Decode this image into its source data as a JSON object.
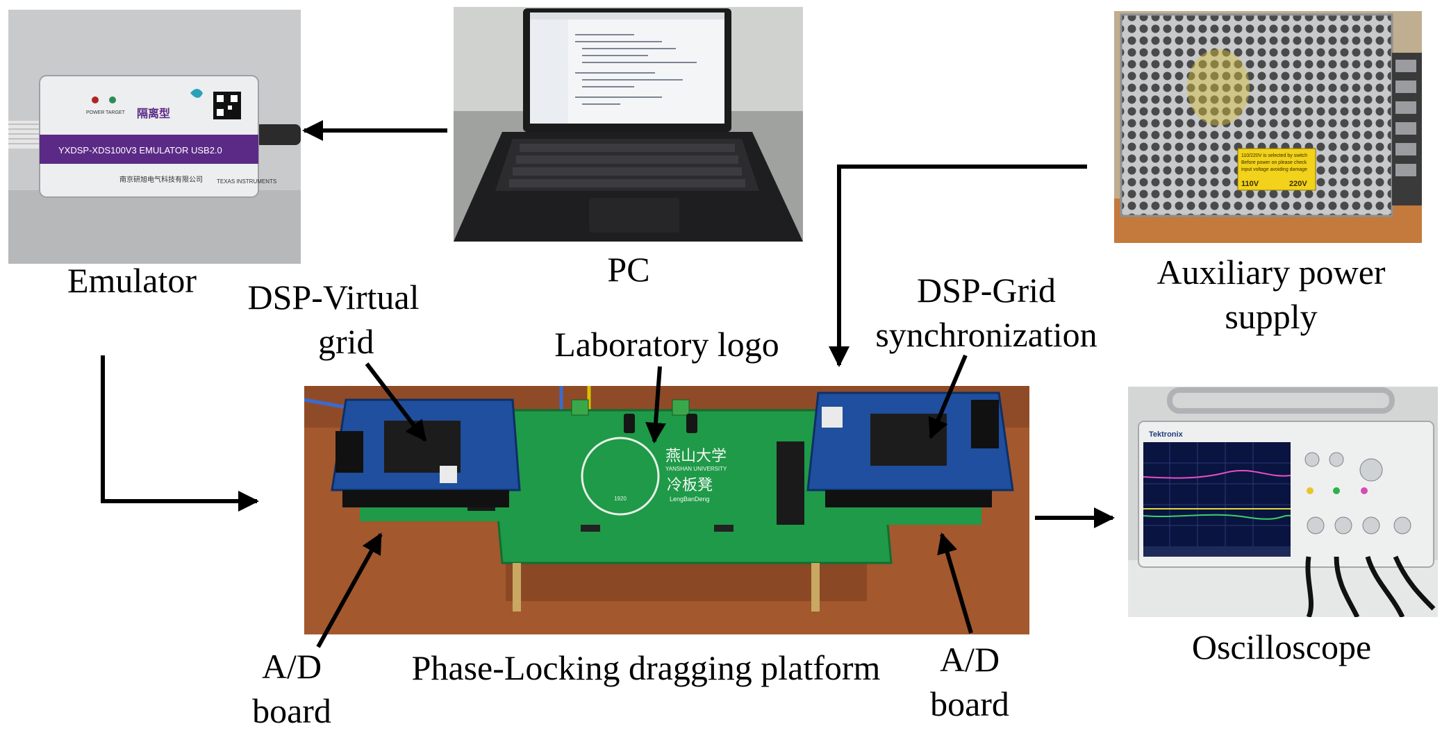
{
  "labels": {
    "emulator": "Emulator",
    "pc": "PC",
    "auxiliary_power_line1": "Auxiliary power",
    "auxiliary_power_line2": "supply",
    "dsp_virtual_line1": "DSP-Virtual",
    "dsp_virtual_line2": "grid",
    "laboratory_logo": "Laboratory logo",
    "dsp_grid_line1": "DSP-Grid",
    "dsp_grid_line2": "synchronization",
    "oscilloscope": "Oscilloscope",
    "ad_left_line1": "A/D",
    "ad_left_line2": "board",
    "ad_right_line1": "A/D",
    "ad_right_line2": "board",
    "platform": "Phase-Locking dragging platform"
  },
  "photo_text": {
    "emulator_model": "YXDSP-XDS100V3   EMULATOR   USB2.0",
    "emulator_brand_cn": "隔离型",
    "emulator_company": "南京研旭电气科技有限公司",
    "emulator_power": "POWER",
    "emulator_target": "TARGET",
    "emulator_ti": "TEXAS INSTRUMENTS",
    "psu_warning_1": "110/220V is selected by switch",
    "psu_warning_2": "Before power on please check",
    "psu_warning_3": "input voltage avoiding damage",
    "psu_110": "110V",
    "psu_220": "220V",
    "board_univ_cn": "燕山大学",
    "board_univ_en": "YANSHAN UNIVERSITY",
    "board_lab_cn": "冷板凳",
    "board_lab_en": "LengBanDeng",
    "board_year": "1920",
    "scope_brand": "Tektronix"
  },
  "colors": {
    "arrow": "#000000",
    "emulator_band": "#5b2a86",
    "pcb_green": "#1f9a48",
    "dsp_blue": "#1f4f9e",
    "table_brown": "#a3582e",
    "psu_label": "#f2d21a"
  }
}
